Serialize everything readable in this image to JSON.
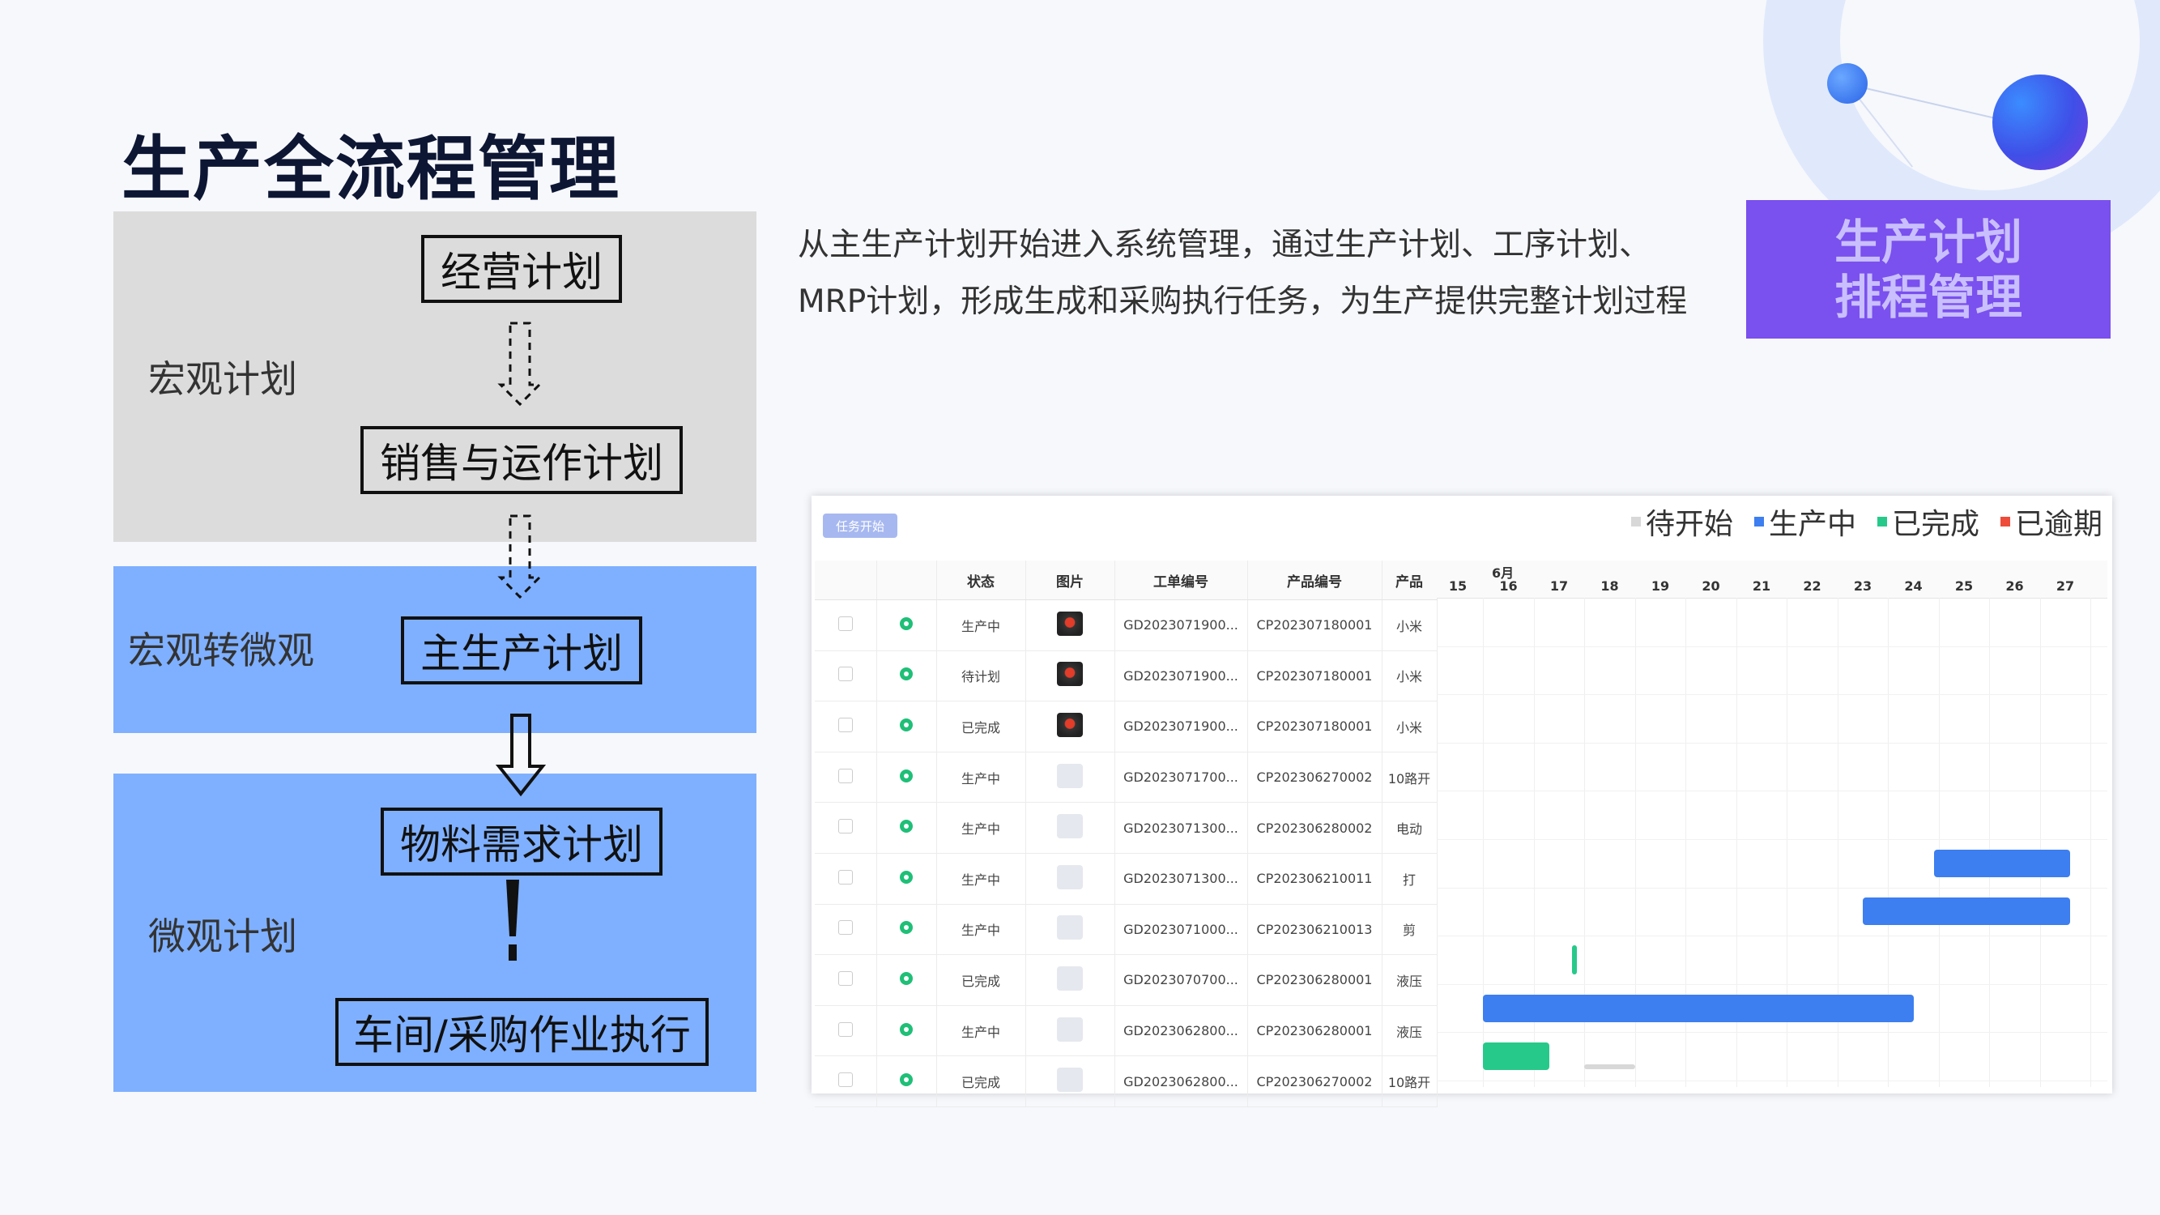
{
  "title": "生产全流程管理",
  "flow": {
    "macro_label": "宏观计划",
    "transition_label": "宏观转微观",
    "micro_label": "微观计划",
    "steps": [
      "经营计划",
      "销售与运作计划",
      "主生产计划",
      "物料需求计划",
      "车间/采购作业执行"
    ]
  },
  "description": {
    "line1": "从主生产计划开始进入系统管理，通过生产计划、工序计划、",
    "line2": "MRP计划，形成生成和采购执行任务，为生产提供完整计划过程"
  },
  "tag": {
    "line1": "生产计划",
    "line2": "排程管理"
  },
  "screenshot": {
    "task_button": "任务开始",
    "legend": [
      {
        "label": "待开始",
        "color": "#d8d8d8"
      },
      {
        "label": "生产中",
        "color": "#3d7ef0"
      },
      {
        "label": "已完成",
        "color": "#27c98a"
      },
      {
        "label": "已逾期",
        "color": "#ee4b3a"
      }
    ],
    "columns": [
      "状态",
      "图片",
      "工单编号",
      "产品编号",
      "产品"
    ],
    "rows": [
      {
        "status": "生产中",
        "order": "GD2023071900...",
        "product_no": "CP202307180001",
        "product": "小米",
        "has_image": true
      },
      {
        "status": "待计划",
        "order": "GD2023071900...",
        "product_no": "CP202307180001",
        "product": "小米",
        "has_image": true
      },
      {
        "status": "已完成",
        "order": "GD2023071900...",
        "product_no": "CP202307180001",
        "product": "小米",
        "has_image": true
      },
      {
        "status": "生产中",
        "order": "GD2023071700...",
        "product_no": "CP202306270002",
        "product": "10路开",
        "has_image": false
      },
      {
        "status": "生产中",
        "order": "GD2023071300...",
        "product_no": "CP202306280002",
        "product": "电动",
        "has_image": false
      },
      {
        "status": "生产中",
        "order": "GD2023071300...",
        "product_no": "CP202306210011",
        "product": "打",
        "has_image": false
      },
      {
        "status": "生产中",
        "order": "GD2023071000...",
        "product_no": "CP202306210013",
        "product": "剪",
        "has_image": false
      },
      {
        "status": "已完成",
        "order": "GD2023070700...",
        "product_no": "CP202306280001",
        "product": "液压",
        "has_image": false
      },
      {
        "status": "生产中",
        "order": "GD2023062800...",
        "product_no": "CP202306280001",
        "product": "液压",
        "has_image": false
      },
      {
        "status": "已完成",
        "order": "GD2023062800...",
        "product_no": "CP202306270002",
        "product": "10路开",
        "has_image": false
      }
    ],
    "gantt": {
      "month": "6月",
      "days": [
        "15",
        "16",
        "17",
        "18",
        "19",
        "20",
        "21",
        "22",
        "23",
        "24",
        "25",
        "26",
        "27"
      ],
      "bars": [
        {
          "row": 5,
          "start": 24.4,
          "end": 27.1,
          "status": "生产中"
        },
        {
          "row": 6,
          "start": 23.0,
          "end": 27.1,
          "status": "生产中"
        },
        {
          "row": 7,
          "start": 17.25,
          "end": 17.35,
          "status": "已完成"
        },
        {
          "row": 8,
          "start": 15.5,
          "end": 24.0,
          "status": "生产中"
        },
        {
          "row": 9,
          "start": 15.5,
          "end": 16.8,
          "status": "已完成"
        },
        {
          "row": 9,
          "start": 17.5,
          "end": 18.5,
          "status": "待开始"
        }
      ]
    }
  }
}
